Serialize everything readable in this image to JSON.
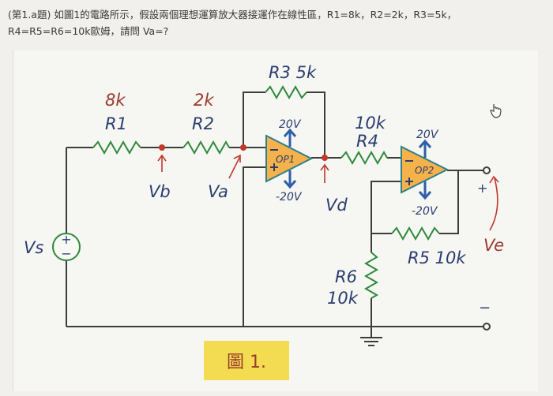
{
  "question": {
    "line1": "(第1.a題) 如圖1的電路所示，假設兩個理想運算放大器接運作在線性區，R1=8k，R2=2k，R3=5k，",
    "line2": "R4=R5=R6=10k歐姆，請問 Va=?"
  },
  "figure": {
    "caption": "圖 1.",
    "labels": {
      "r1_value": "8k",
      "r1_name": "R1",
      "r2_value": "2k",
      "r2_name": "R2",
      "r3": "R3 5k",
      "r4_value": "10k",
      "r4_name": "R4",
      "r5": "R5 10k",
      "r6_name": "R6",
      "r6_value": "10k",
      "vs": "Vs",
      "vb": "Vb",
      "va": "Va",
      "vd": "Vd",
      "ve": "Ve",
      "op1": "OP1",
      "op2": "OP2",
      "op1_vpos": "20V",
      "op1_vneg": "-20V",
      "op2_vpos": "20V",
      "op2_vneg": "-20V",
      "plus": "+",
      "minus": "−",
      "out_plus": "+",
      "out_minus": "−"
    },
    "colors": {
      "resistor": "#2f8a3a",
      "opamp_fill": "#f5b24a",
      "supply_arrow": "#2e5fa8",
      "pointer_arrow": "#c0392b",
      "caption_bg": "#f3dc52"
    }
  }
}
